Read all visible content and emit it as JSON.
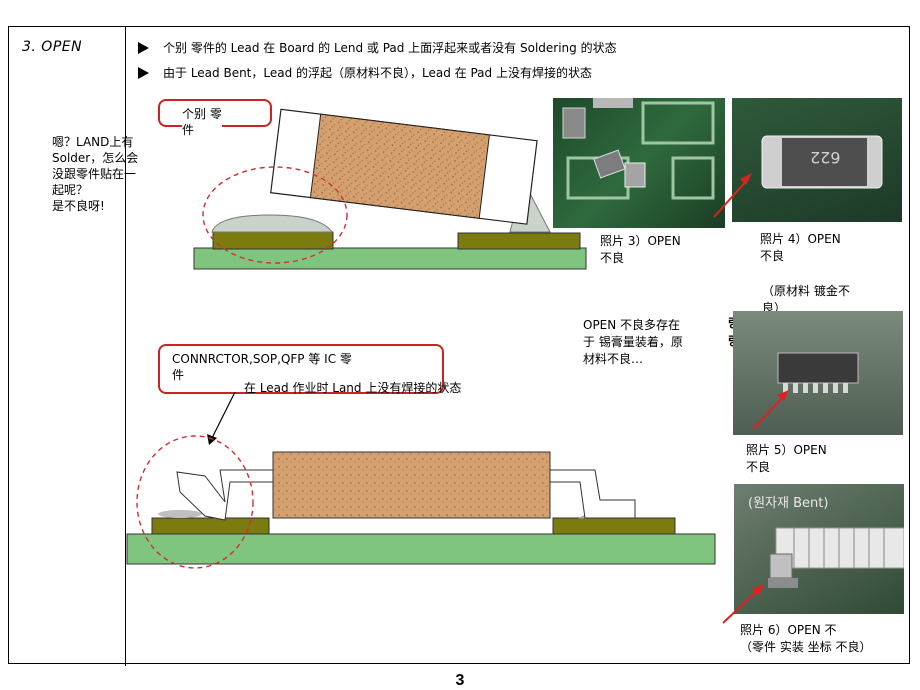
{
  "section_title": "3. OPEN",
  "bullets": [
    "个别 零件的  Lead  在  Board  的  Lend  或  Pad  上面浮起来或者没有  Soldering  的状态",
    "由于  Lead  Bent，Lead  的浮起（原材料不良），Lead  在  Pad  上没有焊接的状态"
  ],
  "left_note": [
    "嗯？LAND上有",
    "Solder，怎么会",
    "没跟零件贴在一",
    "起呢？",
    "是不良呀!"
  ],
  "callout_top": [
    "个别 零",
    "件"
  ],
  "callout_bottom": [
    "CONNRCTOR,SOP,QFP  等  IC  零",
    "件"
  ],
  "bottom_note": "在  Lead  作业时  Land  上没有焊接的状态",
  "open_note": [
    "OPEN 不良多存在",
    "于 锡膏量装着，原",
    "材料不良…"
  ],
  "korean_side": [
    "량",
    "랑"
  ],
  "photos": [
    {
      "caption": [
        "照片 3）OPEN",
        "不良"
      ]
    },
    {
      "caption": [
        "照片 4）OPEN",
        "不良"
      ],
      "note": [
        "（原材料 镀金不",
        "良）"
      ],
      "marking": "622"
    },
    {
      "caption": [
        "照片    5）OPEN",
        "不良"
      ]
    },
    {
      "caption": [
        "照片 6）OPEN      不",
        "（零件 实装 坐标 不良）"
      ],
      "overlay": "(원자재 Bent)"
    }
  ],
  "page_number": "3",
  "colors": {
    "pcb": "#7fc47f",
    "pad": "#7b7b10",
    "component": "#d1a070",
    "callout": "#cc2222",
    "arrow": "#e02020"
  }
}
